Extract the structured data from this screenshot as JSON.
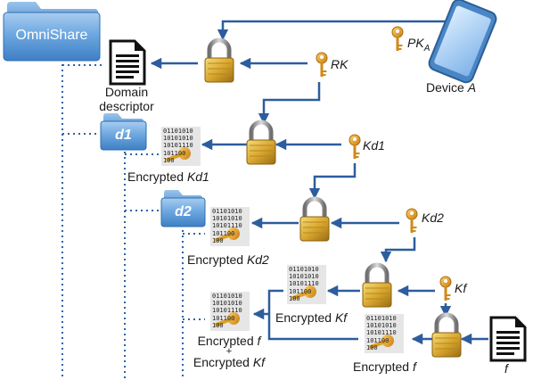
{
  "root_folder": {
    "label": "OmniShare"
  },
  "folders": {
    "d1": "d1",
    "d2": "d2"
  },
  "domain_descriptor": {
    "line1": "Domain",
    "line2": "descriptor"
  },
  "device": {
    "label_prefix": "Device ",
    "label_name": "A"
  },
  "keys": {
    "pk_a": {
      "main": "PK",
      "sub": "A"
    },
    "rk": "RK",
    "kd1": "Kd1",
    "kd2": "Kd2",
    "kf": "Kf"
  },
  "encrypted": {
    "kd1": {
      "prefix": "Encrypted ",
      "name": "Kd1"
    },
    "kd2": {
      "prefix": "Encrypted ",
      "name": "Kd2"
    },
    "kf": {
      "prefix": "Encrypted ",
      "name": "Kf"
    },
    "f": {
      "prefix": "Encrypted ",
      "name": "f"
    },
    "combo": {
      "line1_prefix": "Encrypted ",
      "line1_name": "f",
      "plus": "+",
      "line3_prefix": "Encrypted ",
      "line3_name": "Kf"
    }
  },
  "file": {
    "label": "f"
  },
  "binary_lines": [
    "01101010",
    "10101010",
    "10101110",
    "101100",
    "100"
  ],
  "colors": {
    "arrow": "#2c5d9e",
    "dotted": "#2e63a8",
    "folder": "#5b9bd5",
    "lock": "#d4a62a",
    "key": "#e0a020"
  }
}
